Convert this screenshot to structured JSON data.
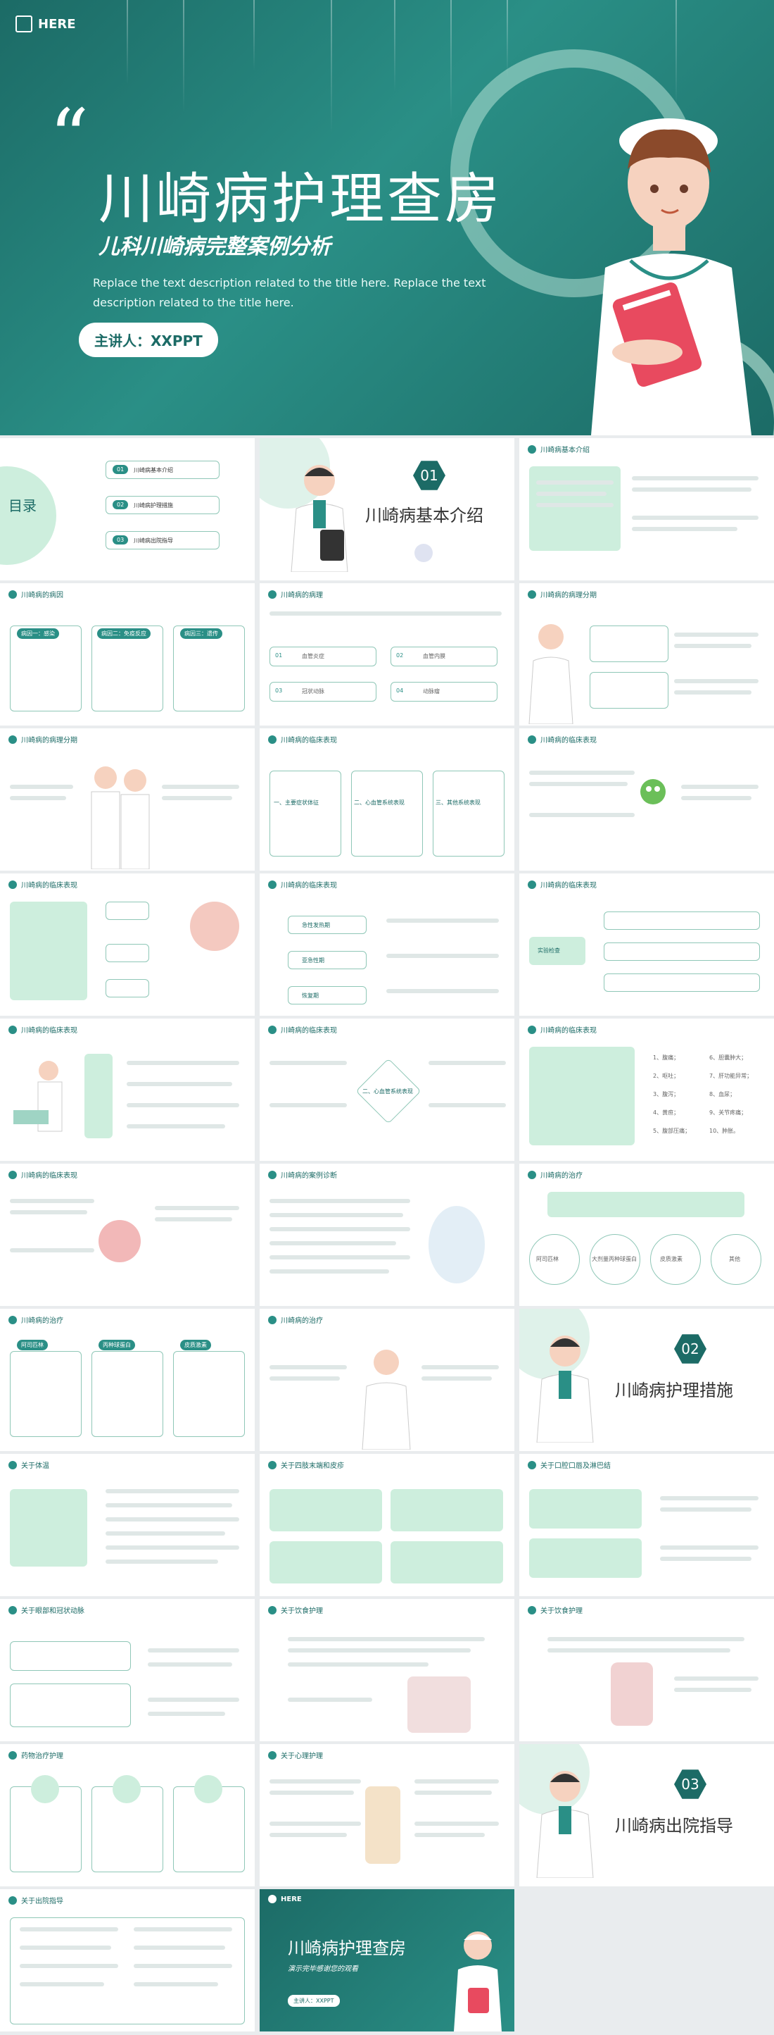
{
  "hero": {
    "logo": "HERE",
    "quote_mark": "“",
    "title": "川崎病护理查房",
    "subtitle": "儿科川崎病完整案例分析",
    "description": "Replace the text description related to the title here. Replace the text description related to the title here.",
    "speaker": "主讲人：XXPPT"
  },
  "slides": [
    {
      "id": "toc",
      "title": "目录",
      "items": [
        "川崎病基本介绍",
        "川崎病护理措施",
        "川崎病出院指导"
      ],
      "nums": [
        "01",
        "02",
        "03"
      ]
    },
    {
      "id": "section1",
      "num": "01",
      "title": "川崎病基本介绍"
    },
    {
      "id": "intro",
      "title": "川崎病基本介绍"
    },
    {
      "id": "cause",
      "title": "川崎病的病因",
      "tags": [
        "病因一：感染",
        "病因二：免疫反应",
        "病因三：遗传"
      ]
    },
    {
      "id": "pathology",
      "title": "川崎病的病理",
      "nums": [
        "01",
        "02",
        "03",
        "04"
      ],
      "labels": [
        "血管炎症",
        "血管内膜",
        "冠状动脉",
        "动脉瘤"
      ]
    },
    {
      "id": "stage",
      "title": "川崎病的病理分期"
    },
    {
      "id": "stage2",
      "title": "川崎病的病理分期"
    },
    {
      "id": "clinical1",
      "title": "川崎病的临床表现",
      "labels": [
        "一、主要症状体征",
        "二、心血管系统表现",
        "三、其他系统表现"
      ]
    },
    {
      "id": "clinical2",
      "title": "川崎病的临床表现"
    },
    {
      "id": "clinical3",
      "title": "川崎病的临床表现"
    },
    {
      "id": "clinical4",
      "title": "川崎病的临床表现",
      "labels": [
        "急性发热期",
        "亚急性期",
        "恢复期"
      ]
    },
    {
      "id": "clinical5",
      "title": "川崎病的临床表现",
      "label": "实验检查"
    },
    {
      "id": "clinical6",
      "title": "川崎病的临床表现"
    },
    {
      "id": "clinical7",
      "title": "川崎病的临床表现",
      "center": "二、心血管系统表现"
    },
    {
      "id": "clinical8",
      "title": "川崎病的临床表现",
      "list": [
        "1、腹痛；",
        "2、呕吐；",
        "3、腹泻；",
        "4、黄疸；",
        "5、腹部压痛；",
        "6、胆囊肿大；",
        "7、肝功能异常；",
        "8、血尿；",
        "9、关节疼痛；",
        "10、肿胀。"
      ]
    },
    {
      "id": "clinical9",
      "title": "川崎病的临床表现"
    },
    {
      "id": "diagnosis",
      "title": "川崎病的案例诊断"
    },
    {
      "id": "treatment1",
      "title": "川崎病的治疗",
      "labels": [
        "阿司匹林",
        "大剂量丙种球蛋白",
        "皮质激素",
        "其他"
      ]
    },
    {
      "id": "treatment2",
      "title": "川崎病的治疗",
      "labels": [
        "阿司匹林",
        "丙种球蛋白",
        "皮质激素"
      ]
    },
    {
      "id": "treatment3",
      "title": "川崎病的治疗"
    },
    {
      "id": "section2",
      "num": "02",
      "title": "川崎病护理措施"
    },
    {
      "id": "temp",
      "title": "关于体温"
    },
    {
      "id": "skin",
      "title": "关于四肢末端和皮疹"
    },
    {
      "id": "mouth",
      "title": "关于口腔口唇及淋巴结"
    },
    {
      "id": "eyes",
      "title": "关于眼部和冠状动脉"
    },
    {
      "id": "diet",
      "title": "关于饮食护理"
    },
    {
      "id": "diet2",
      "title": "关于饮食护理"
    },
    {
      "id": "drug",
      "title": "药物治疗护理"
    },
    {
      "id": "mental",
      "title": "关于心理护理"
    },
    {
      "id": "section3",
      "num": "03",
      "title": "川崎病出院指导"
    },
    {
      "id": "discharge",
      "title": "关于出院指导"
    },
    {
      "id": "ending",
      "logo": "HERE",
      "title": "川崎病护理查房",
      "subtitle": "演示完毕感谢您的观看",
      "speaker": "主讲人：XXPPT"
    }
  ]
}
